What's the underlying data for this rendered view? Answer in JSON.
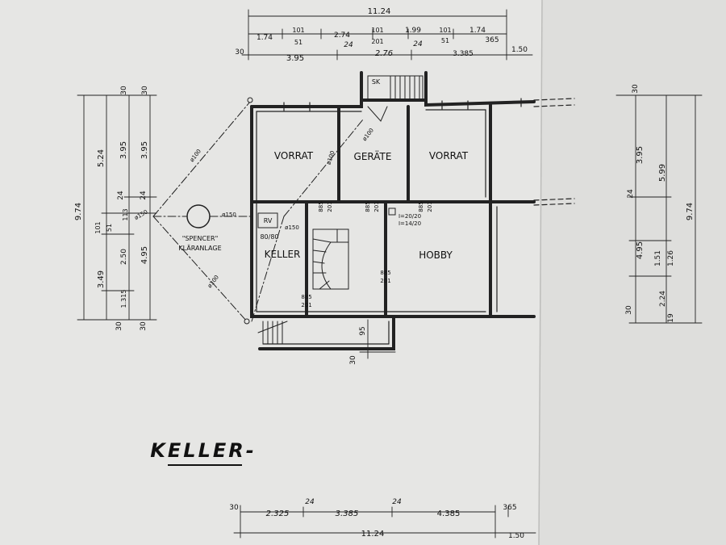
{
  "rooms": {
    "vorrat_left": "VORRAT",
    "geraete": "GERÄTE",
    "vorrat_right": "VORRAT",
    "keller": "KELLER",
    "hobby": "HOBBY"
  },
  "labels": {
    "sk": "SK",
    "rv": "RV",
    "rv_size": "80/80",
    "spencer_line1": "\"SPENCER\"",
    "spencer_line2": "KLÄRANLAGE",
    "pipe_150_a": "ø150",
    "pipe_150_b": "ø150",
    "pipe_150_c": "ø150",
    "pipe_100_a": "ø100",
    "pipe_100_b": "ø100",
    "pipe_100_c": "ø100",
    "pipe_100_d": "ø100",
    "slope_1": "I=20/20",
    "slope_2": "I=14/20"
  },
  "title": "KELLER-",
  "dims_top": {
    "total": "11.24",
    "r2": [
      "1.74",
      "101",
      "51",
      "2.74",
      "101",
      "201",
      "1.99",
      "101",
      "51",
      "1.74"
    ],
    "r2_b": [
      "24",
      "24",
      "365"
    ],
    "r3": [
      "30",
      "3.95",
      "2.76",
      "3.385",
      "1.50"
    ]
  },
  "dims_left": [
    "9.74",
    "5.24",
    "3.95",
    "3.95",
    "30",
    "30",
    "24",
    "24",
    "113",
    "101",
    "51",
    "2.50",
    "4.95",
    "3.49",
    "1.315",
    "30",
    "30"
  ],
  "dims_right": [
    "30",
    "3.95",
    "5.99",
    "9.74",
    "24",
    "4.95",
    "1.51",
    "1.26",
    "2.24",
    "30",
    "19"
  ],
  "door_dims": [
    "885",
    "201",
    "885",
    "201",
    "885",
    "201",
    "885",
    "201",
    "885",
    "201"
  ],
  "dims_bottom": {
    "r1": [
      "30",
      "2.325",
      "24",
      "3.385",
      "24",
      "4.385",
      "365"
    ],
    "total": "11.24",
    "r2_right": "1.50"
  },
  "misc": [
    "95",
    "30"
  ]
}
